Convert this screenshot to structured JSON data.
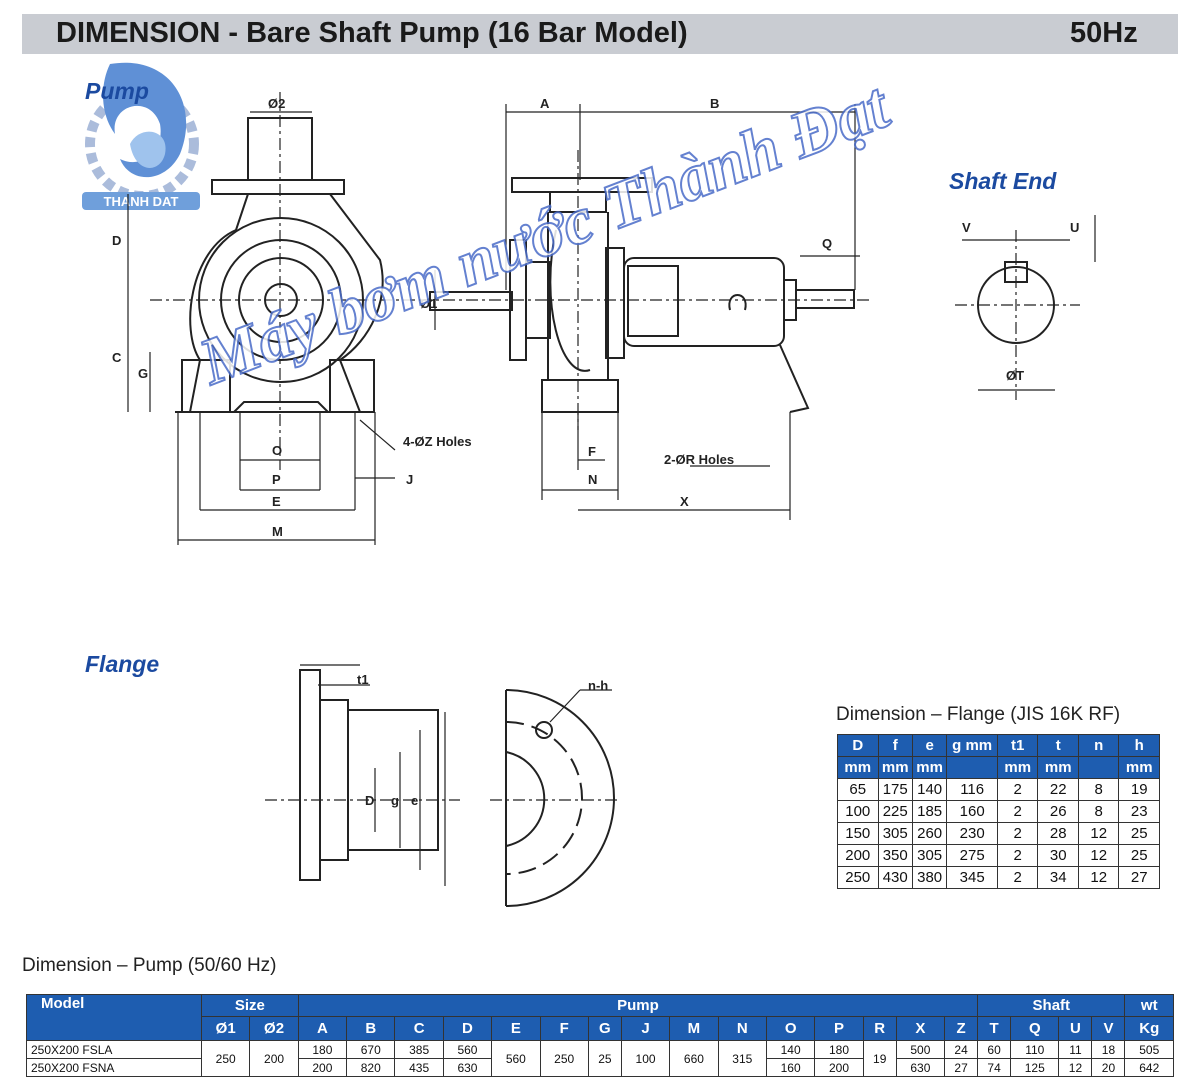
{
  "header": {
    "title": "DIMENSION - Bare Shaft Pump (16 Bar Model)",
    "freq": "50Hz"
  },
  "sections": {
    "pump": "Pump",
    "shaft_end": "Shaft End",
    "flange": "Flange"
  },
  "logo": {
    "text": "THANH DAT"
  },
  "watermark": "Máy bơm nước Thành Đạt",
  "drawing_labels": {
    "o2": "Ø2",
    "a": "A",
    "b": "B",
    "d": "D",
    "c": "C",
    "g": "G",
    "o1": "Ø1",
    "q": "Q",
    "o": "O",
    "p": "P",
    "e": "E",
    "m": "M",
    "j": "J",
    "z_holes": "4-ØZ Holes",
    "f": "F",
    "n": "N",
    "r_holes": "2-ØR Holes",
    "x": "X",
    "v": "V",
    "u": "U",
    "t": "ØT",
    "t1": "t1",
    "nh": "n-h",
    "fd": "D",
    "fg": "g",
    "fe": "e"
  },
  "flange_table": {
    "caption": "Dimension – Flange (JIS 16K RF)",
    "headers": [
      "D",
      "f",
      "e",
      "g mm",
      "t1",
      "t",
      "n",
      "h"
    ],
    "units": [
      "mm",
      "mm",
      "mm",
      "",
      "mm",
      "mm",
      "",
      "mm"
    ],
    "rows": [
      [
        "65",
        "175",
        "140",
        "116",
        "2",
        "22",
        "8",
        "19"
      ],
      [
        "100",
        "225",
        "185",
        "160",
        "2",
        "26",
        "8",
        "23"
      ],
      [
        "150",
        "305",
        "260",
        "230",
        "2",
        "28",
        "12",
        "25"
      ],
      [
        "200",
        "350",
        "305",
        "275",
        "2",
        "30",
        "12",
        "25"
      ],
      [
        "250",
        "430",
        "380",
        "345",
        "2",
        "34",
        "12",
        "27"
      ]
    ]
  },
  "pump_table": {
    "caption": "Dimension – Pump (50/60 Hz)",
    "groups": {
      "model": "Model",
      "size": "Size",
      "pump": "Pump",
      "shaft": "Shaft",
      "wt": "wt"
    },
    "cols": [
      "Ø1",
      "Ø2",
      "A",
      "B",
      "C",
      "D",
      "E",
      "F",
      "G",
      "J",
      "M",
      "N",
      "O",
      "P",
      "R",
      "X",
      "Z",
      "T",
      "Q",
      "U",
      "V",
      "Kg"
    ],
    "models": [
      "250X200 FSLA",
      "250X200 FSNA"
    ],
    "shared": {
      "o1": "250",
      "o2": "200",
      "e": "560",
      "f": "250",
      "g": "25",
      "j": "100",
      "m": "660",
      "n": "315",
      "r": "19"
    },
    "row1": {
      "a": "180",
      "b": "670",
      "c": "385",
      "d": "560",
      "o": "140",
      "p": "180",
      "x": "500",
      "z": "24",
      "t": "60",
      "q": "110",
      "u": "11",
      "v": "18",
      "kg": "505"
    },
    "row2": {
      "a": "200",
      "b": "820",
      "c": "435",
      "d": "630",
      "o": "160",
      "p": "200",
      "x": "630",
      "z": "27",
      "t": "74",
      "q": "125",
      "u": "12",
      "v": "20",
      "kg": "642"
    }
  }
}
